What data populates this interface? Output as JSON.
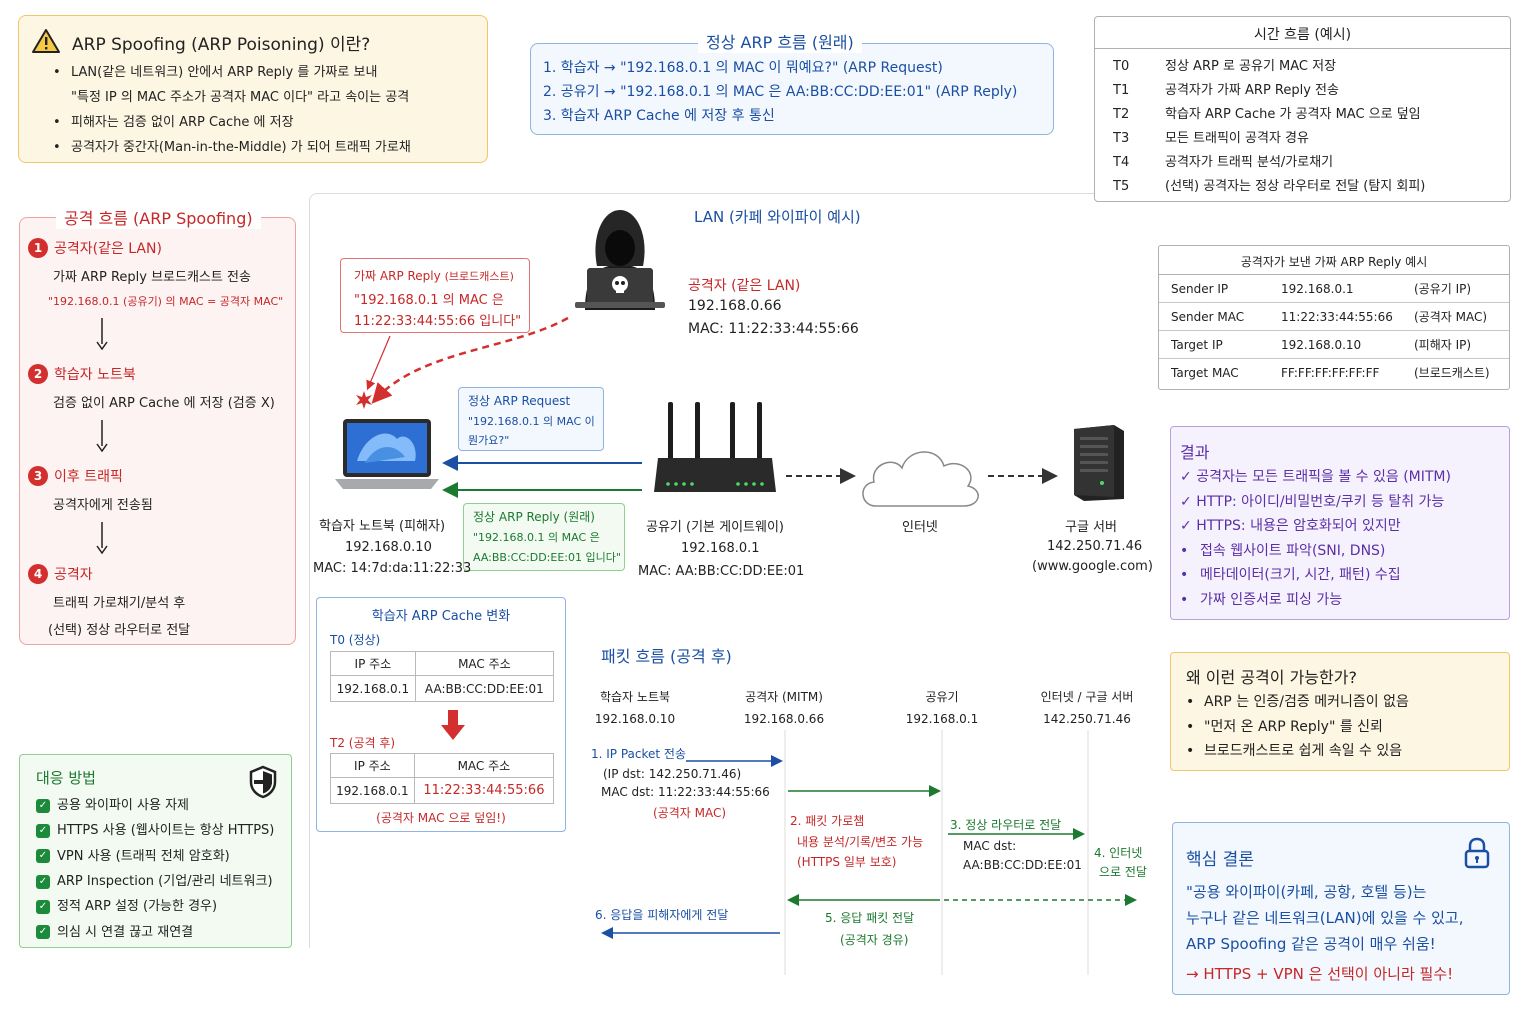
{
  "what_is": {
    "title": "ARP Spoofing (ARP Poisoning) 이란?",
    "lines": [
      "LAN(같은 네트워크) 안에서 ARP Reply 를 가짜로 보내",
      "\"특정 IP 의 MAC 주소가 공격자 MAC 이다\" 라고 속이는 공격",
      "피해자는 검증 없이 ARP Cache 에 저장",
      "공격자가 중간자(Man-in-the-Middle) 가 되어 트래픽 가로채"
    ]
  },
  "normal_flow": {
    "title": "정상 ARP 흐름 (원래)",
    "steps": [
      "1. 학습자 → \"192.168.0.1 의 MAC 이 뭐예요?\" (ARP Request)",
      "2. 공유기 → \"192.168.0.1 의 MAC 은 AA:BB:CC:DD:EE:01\" (ARP Reply)",
      "3. 학습자 ARP Cache 에 저장 후 통신"
    ]
  },
  "timeline": {
    "title": "시간 흐름 (예시)",
    "rows": [
      {
        "t": "T0",
        "text": "정상 ARP 로 공유기 MAC 저장"
      },
      {
        "t": "T1",
        "text": "공격자가 가짜 ARP Reply 전송"
      },
      {
        "t": "T2",
        "text": "학습자 ARP Cache 가 공격자 MAC 으로 덮임"
      },
      {
        "t": "T3",
        "text": "모든 트래픽이 공격자 경유"
      },
      {
        "t": "T4",
        "text": "공격자가 트래픽 분석/가로채기"
      },
      {
        "t": "T5",
        "text": "(선택) 공격자는 정상 라우터로 전달 (탐지 회피)"
      }
    ]
  },
  "attack_flow": {
    "title": "공격 흐름 (ARP Spoofing)",
    "steps": [
      {
        "num": "1",
        "title": "공격자(같은 LAN)",
        "desc": "가짜 ARP Reply 브로드캐스트 전송",
        "note": "\"192.168.0.1 (공유기) 의 MAC = 공격자 MAC\""
      },
      {
        "num": "2",
        "title": "학습자 노트북",
        "desc": "검증 없이 ARP Cache 에 저장 (검증 X)",
        "note": ""
      },
      {
        "num": "3",
        "title": "이후 트래픽",
        "desc": "공격자에게 전송됨",
        "note": ""
      },
      {
        "num": "4",
        "title": "공격자",
        "desc": "트래픽 가로채기/분석 후",
        "note": "(선택) 정상 라우터로 전달"
      }
    ]
  },
  "lan": {
    "title": "LAN (카페 와이파이 예시)",
    "fake_reply": {
      "title": "가짜 ARP Reply",
      "title_small": "(브로드캐스트)",
      "line1": "\"192.168.0.1 의 MAC 은",
      "line2": "11:22:33:44:55:66 입니다\""
    },
    "attacker": {
      "name": "공격자 (같은 LAN)",
      "ip": "192.168.0.66",
      "mac": "MAC: 11:22:33:44:55:66"
    },
    "normal_request": {
      "title": "정상 ARP Request",
      "line1": "\"192.168.0.1 의 MAC 이",
      "line2": "뭔가요?\""
    },
    "normal_reply": {
      "title": "정상 ARP Reply (원래)",
      "line1": "\"192.168.0.1 의 MAC 은",
      "line2": "AA:BB:CC:DD:EE:01 입니다\""
    },
    "victim": {
      "name": "학습자 노트북 (피해자)",
      "ip": "192.168.0.10",
      "mac": "MAC: 14:7d:da:11:22:33"
    },
    "router": {
      "name": "공유기 (기본 게이트웨이)",
      "ip": "192.168.0.1",
      "mac": "MAC: AA:BB:CC:DD:EE:01"
    },
    "internet": {
      "name": "인터넷"
    },
    "server": {
      "name": "구글 서버",
      "ip": "142.250.71.46",
      "host": "(www.google.com)"
    }
  },
  "fake_reply_table": {
    "title": "공격자가 보낸 가짜 ARP Reply 예시",
    "rows": [
      {
        "field": "Sender IP",
        "value": "192.168.0.1",
        "note": "(공유기 IP)"
      },
      {
        "field": "Sender MAC",
        "value": "11:22:33:44:55:66",
        "note": "(공격자 MAC)"
      },
      {
        "field": "Target IP",
        "value": "192.168.0.10",
        "note": "(피해자 IP)"
      },
      {
        "field": "Target MAC",
        "value": "FF:FF:FF:FF:FF:FF",
        "note": "(브로드캐스트)"
      }
    ]
  },
  "result": {
    "title": "결과",
    "checks": [
      "공격자는 모든 트래픽을 볼 수 있음 (MITM)",
      "HTTP: 아이디/비밀번호/쿠키 등 탈취 가능",
      "HTTPS: 내용은 암호화되어 있지만"
    ],
    "subs": [
      "접속 웹사이트 파악(SNI, DNS)",
      "메타데이터(크기, 시간, 패턴) 수집",
      "가짜 인증서로 피싱 가능"
    ]
  },
  "cache": {
    "title": "학습자 ARP Cache 변화",
    "before_label": "T0 (정상)",
    "after_label": "T2 (공격 후)",
    "col_ip": "IP 주소",
    "col_mac": "MAC 주소",
    "before": {
      "ip": "192.168.0.1",
      "mac": "AA:BB:CC:DD:EE:01"
    },
    "after": {
      "ip": "192.168.0.1",
      "mac": "11:22:33:44:55:66"
    },
    "note": "(공격자 MAC 으로 덮임!)"
  },
  "packet_flow": {
    "title": "패킷 흐름 (공격 후)",
    "cols": [
      {
        "name": "학습자 노트북",
        "ip": "192.168.0.10"
      },
      {
        "name": "공격자 (MITM)",
        "ip": "192.168.0.66"
      },
      {
        "name": "공유기",
        "ip": "192.168.0.1"
      },
      {
        "name": "인터넷 / 구글 서버",
        "ip": "142.250.71.46"
      }
    ],
    "step1": "1. IP Packet 전송",
    "step1_dst": "(IP dst: 142.250.71.46)",
    "step1_mac": "MAC dst: 11:22:33:44:55:66",
    "step1_note": "(공격자 MAC)",
    "step2": "2. 패킷 가로챔",
    "step2_a": "내용 분석/기록/변조 가능",
    "step2_b": "(HTTPS 일부 보호)",
    "step3": "3. 정상 라우터로 전달",
    "step3_mac": "MAC dst:",
    "step3_val": "AA:BB:CC:DD:EE:01",
    "step4": "4. 인터넷",
    "step4_b": "으로 전달",
    "step5": "5. 응답 패킷 전달",
    "step5_b": "(공격자 경유)",
    "step6": "6. 응답을 피해자에게 전달"
  },
  "defense": {
    "title": "대응 방법",
    "items": [
      "공용 와이파이 사용 자제",
      "HTTPS 사용 (웹사이트는 항상 HTTPS)",
      "VPN 사용 (트래픽 전체 암호화)",
      "ARP Inspection (기업/관리 네트워크)",
      "정적 ARP 설정 (가능한 경우)",
      "의심 시 연결 끊고 재연결"
    ]
  },
  "why": {
    "title": "왜 이런 공격이 가능한가?",
    "items": [
      "ARP 는 인증/검증 메커니즘이 없음",
      "\"먼저 온 ARP Reply\" 를 신뢰",
      "브로드캐스트로 쉽게 속일 수 있음"
    ]
  },
  "conclusion": {
    "title": "핵심 결론",
    "line1": "\"공용 와이파이(카페, 공항, 호텔 등)는",
    "line2": "누구나 같은 네트워크(LAN)에 있을 수 있고,",
    "line3": "ARP Spoofing 같은 공격이 매우 쉬움!",
    "line4": "→ HTTPS + VPN 은 선택이 아니라 필수!"
  },
  "colors": {
    "warn_bg": "#fdf6e3",
    "warn_border": "#f3c56b",
    "blue_bg": "#f3f8fe",
    "blue_border": "#8fb3e3",
    "red_bg": "#fdf3f2",
    "red_border": "#eaa59f",
    "green_bg": "#f3faf2",
    "green_border": "#8fcf8f",
    "purple_bg": "#f6f2fd",
    "purple_border": "#b7a2e0"
  }
}
